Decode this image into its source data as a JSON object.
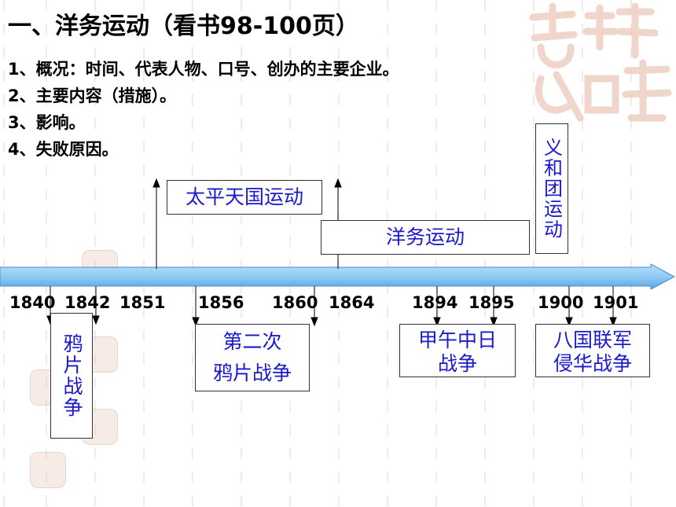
{
  "title": "一、洋务运动（看书98-100页）",
  "outline": [
    {
      "num": "1",
      "text": "、概况：时间、代表人物、口号、创办的主要企业。"
    },
    {
      "num": "2",
      "text": "、主要内容（措施）。"
    },
    {
      "num": "3",
      "text": "、影响。"
    },
    {
      "num": "4",
      "text": "、失败原因。"
    }
  ],
  "timeline": {
    "years": [
      "1840",
      "1842",
      "1851",
      "1856",
      "1860",
      "1864",
      "1894",
      "1895",
      "1900",
      "1901"
    ],
    "events": {
      "taiping": "太平天国运动",
      "yangwu": "洋务运动",
      "yihetuan": "义和团运动",
      "opium_war": "鸦片战争",
      "second_opium_war_line1": "第二次",
      "second_opium_war_line2": "鸦片战争",
      "jiawu_line1": "甲午中日",
      "jiawu_line2": "战争",
      "baguo_line1": "八国联军",
      "baguo_line2": "侵华战争"
    }
  },
  "colors": {
    "timeline_bar": "#8ecaf4",
    "event_text": "#1a1acc",
    "decoration": "#e8c6b8"
  }
}
